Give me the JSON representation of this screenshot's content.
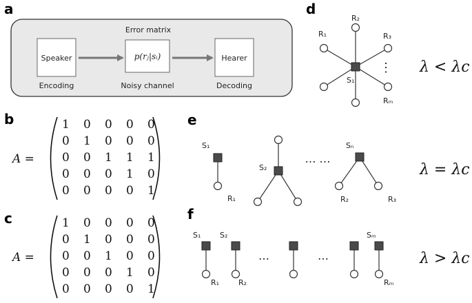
{
  "panels": {
    "a": {
      "letter": "a",
      "title": "Error matrix",
      "speaker": "Speaker",
      "channel_formula": "p(rⱼ|sᵢ)",
      "hearer": "Hearer",
      "encoding": "Encoding",
      "noisy_channel": "Noisy channel",
      "decoding": "Decoding"
    },
    "b": {
      "letter": "b",
      "lhs": "A =",
      "rows": [
        [
          "1",
          "0",
          "0",
          "0",
          "0"
        ],
        [
          "0",
          "1",
          "0",
          "0",
          "0"
        ],
        [
          "0",
          "0",
          "1",
          "1",
          "1"
        ],
        [
          "0",
          "0",
          "0",
          "1",
          "0"
        ],
        [
          "0",
          "0",
          "0",
          "0",
          "1"
        ]
      ]
    },
    "c": {
      "letter": "c",
      "lhs": "A =",
      "rows": [
        [
          "1",
          "0",
          "0",
          "0",
          "0"
        ],
        [
          "0",
          "1",
          "0",
          "0",
          "0"
        ],
        [
          "0",
          "0",
          "1",
          "0",
          "0"
        ],
        [
          "0",
          "0",
          "0",
          "1",
          "0"
        ],
        [
          "0",
          "0",
          "0",
          "0",
          "1"
        ]
      ]
    },
    "d": {
      "letter": "d",
      "r1": "R₁",
      "r2": "R₂",
      "r3": "R₃",
      "rm": "Rₘ",
      "s1": "S₁",
      "vdots": "⋮",
      "condition": "λ < λc"
    },
    "e": {
      "letter": "e",
      "s1": "S₁",
      "r1": "R₁",
      "s2": "S₂",
      "sn": "Sₙ",
      "r2": "R₂",
      "r3": "R₃",
      "dots": "⋯ ⋯",
      "condition": "λ = λc"
    },
    "f": {
      "letter": "f",
      "s1": "S₁",
      "s2": "S₂",
      "sm": "Sₘ",
      "r1": "R₁",
      "r2": "R₂",
      "rm": "Rₘ",
      "dots1": "⋯",
      "dots2": "⋯",
      "condition": "λ > λc"
    }
  }
}
